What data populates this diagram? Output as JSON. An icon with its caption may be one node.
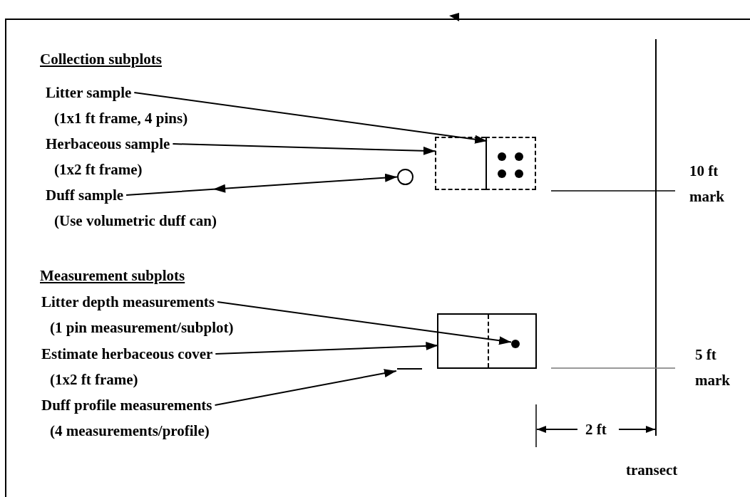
{
  "diagram": {
    "nodes": [
      {
        "text": [
          "Litter sample",
          "(1x1 ft frame, 4 pins)"
        ]
      },
      {
        "text": [],
        "shape": "box"
      },
      {
        "text": [
          "Herbaceous sample",
          "(1x2 ft frame)"
        ]
      },
      {
        "text": [],
        "shape": "box"
      },
      {
        "text": [
          "Duff sample",
          "(Use volumetric duff can)"
        ]
      },
      {
        "text": [],
        "shape": "circle"
      },
      {
        "text": [
          "Litter depth measurements",
          "(1 pin measurement/subplot)"
        ]
      },
      {
        "text": [],
        "shape": "box"
      },
      {
        "text": [],
        "shape": "circle",
        "in": 7
      },
      {
        "text": [
          "Estimate herbaceous cover",
          "(1x2 ft frame)"
        ]
      },
      {
        "text": [
          "Duff profile measurements",
          "(4 measurements/profile)"
        ]
      },
      {
        "text": [],
        "shape": "bar"
      }
    ],
    "edges": [
      {
        "from": 0,
        "to": 3,
        "arrow": "to"
      },
      {
        "from": 2,
        "to": 1,
        "arrow": "to"
      },
      {
        "from": 4,
        "to": 5,
        "arrow": "to"
      },
      {
        "from": 6,
        "to": 8,
        "arrow": "to"
      },
      {
        "from": 9,
        "to": 7,
        "arrow": "to"
      },
      {
        "from": 10,
        "to": 11,
        "arrow": "to"
      }
    ],
    "labels": [
      "Collection subplots",
      "10 ft mark",
      "Measurement subplots",
      "5 ft mark",
      "2 ft",
      "transect"
    ]
  }
}
